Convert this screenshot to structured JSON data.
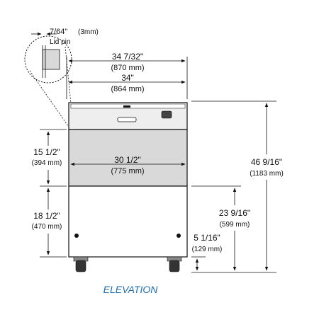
{
  "colors": {
    "ink": "#111111",
    "panel": "#d9d9d9",
    "panel_light": "#eeeeee",
    "caption": "#1f6fb2"
  },
  "pin_detail": {
    "size": "7/64\"",
    "metric": "(3mm)",
    "label": "Lid pin"
  },
  "overall_width": {
    "imperial": "34 7/32\"",
    "metric": "(870 mm)"
  },
  "cabinet_width": {
    "imperial": "34\"",
    "metric": "(864 mm)"
  },
  "opening_height": {
    "imperial": "15 1/2\"",
    "metric": "(394 mm)"
  },
  "opening_width": {
    "imperial": "30 1/2\"",
    "metric": "(775 mm)"
  },
  "lower_height": {
    "imperial": "18 1/2\"",
    "metric": "(470 mm)"
  },
  "total_height": {
    "imperial": "46 9/16\"",
    "metric": "(1183 mm)"
  },
  "base_to_opening": {
    "imperial": "23 9/16\"",
    "metric": "(599 mm)"
  },
  "caster_height": {
    "imperial": "5 1/16\"",
    "metric": "(129 mm)"
  },
  "caption": "ELEVATION"
}
